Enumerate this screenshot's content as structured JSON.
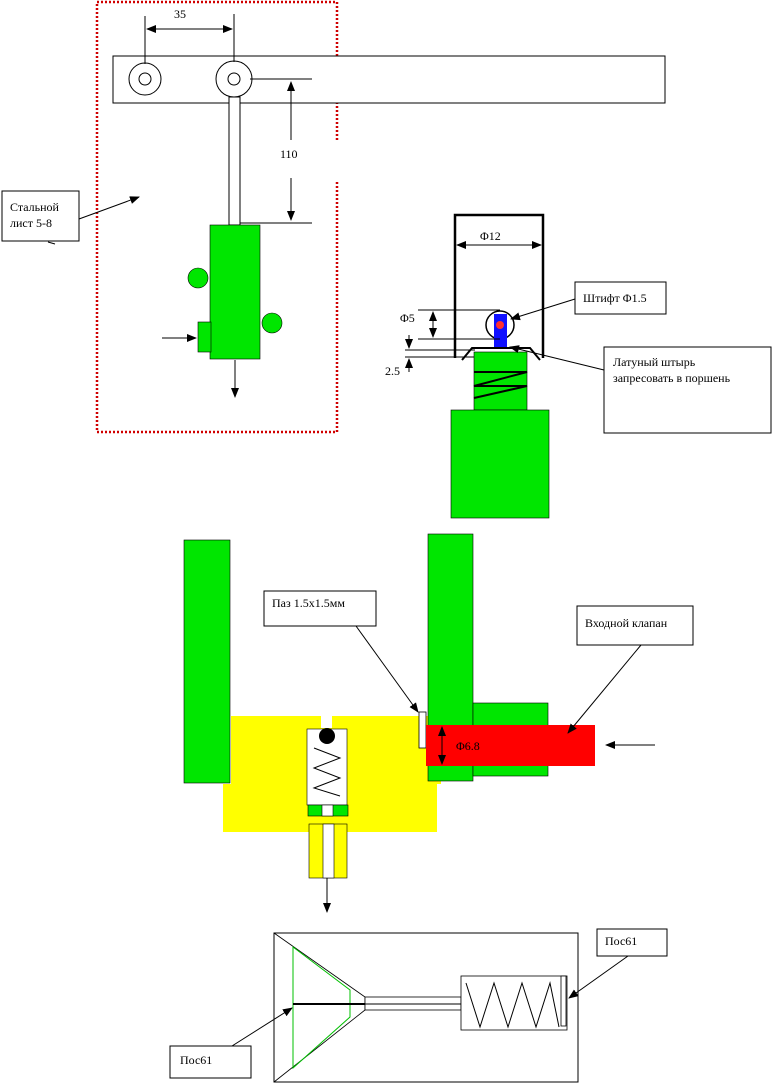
{
  "dimensions": {
    "spacing": "35",
    "rod_length": "110",
    "chamber_diameter": "Φ12",
    "ball_diameter": "Φ5",
    "gap": "2.5",
    "valve_diameter": "Φ6.8"
  },
  "callouts": {
    "steel_sheet": [
      "Стальной",
      "лист 5-8"
    ],
    "pin": "Штифт Φ1.5",
    "brass_pin": [
      "Латуный штырь",
      "запресовать в поршень"
    ],
    "groove": "Паз 1.5х1.5мм",
    "inlet_valve": "Входной клапан",
    "pos1_right": "Пос61",
    "pos1_left": "Пос61"
  },
  "colors": {
    "green": "#00e600",
    "yellow": "#ffff00",
    "red": "#ff0000",
    "blue": "#1010ff",
    "border_dotted": "#d00000"
  }
}
